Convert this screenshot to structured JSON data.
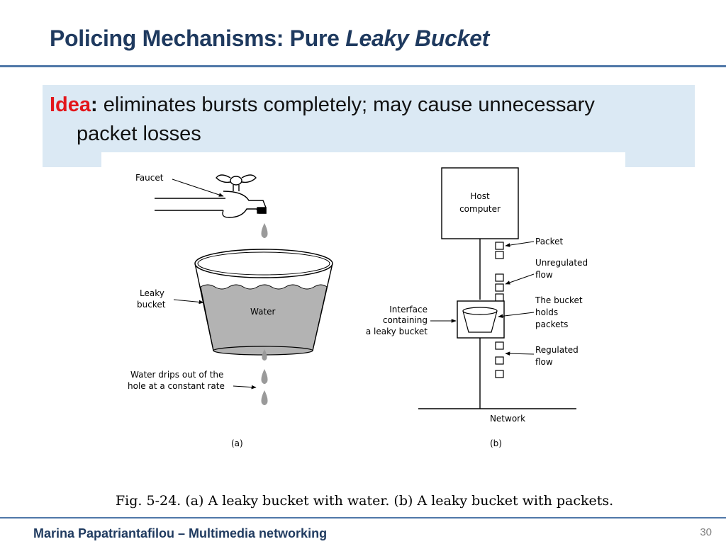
{
  "slide": {
    "title_main": "Policing Mechanisms: Pure ",
    "title_emph": "Leaky Bucket",
    "idea_keyword": "Idea",
    "idea_colon": ":",
    "idea_text_line1": " eliminates bursts completely; may cause unnecessary",
    "idea_text_line2": "packet losses",
    "footer": "Marina Papatriantafilou –  Multimedia networking",
    "page_number": "30"
  },
  "figure": {
    "part_a": {
      "faucet": "Faucet",
      "leaky_line1": "Leaky",
      "leaky_line2": "bucket",
      "water": "Water",
      "drips_line1": "Water drips out of the",
      "drips_line2": "hole at a constant rate",
      "tag": "(a)"
    },
    "part_b": {
      "host_line1": "Host",
      "host_line2": "computer",
      "packet": "Packet",
      "unregulated_line1": "Unregulated",
      "unregulated_line2": "flow",
      "interface_line1": "Interface",
      "interface_line2": "containing",
      "interface_line3": "a leaky bucket",
      "bucket_holds_line1": "The bucket",
      "bucket_holds_line2": "holds",
      "bucket_holds_line3": "packets",
      "regulated_line1": "Regulated",
      "regulated_line2": "flow",
      "network": "Network",
      "tag": "(b)"
    },
    "caption": "Fig. 5-24. (a) A leaky bucket with water. (b) A leaky bucket with packets."
  }
}
